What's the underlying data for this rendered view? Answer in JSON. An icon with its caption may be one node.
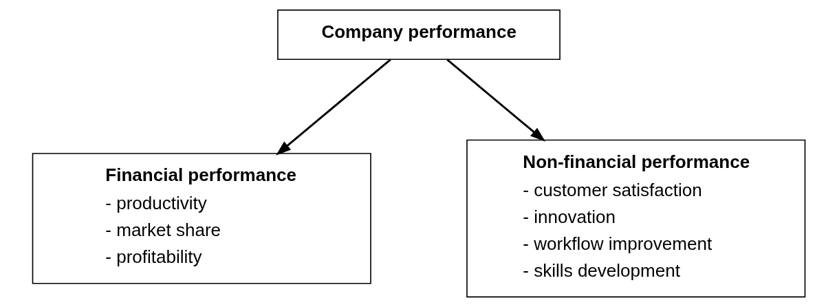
{
  "diagram": {
    "nodes": [
      {
        "text": [
          "Company performance"
        ]
      },
      {
        "text": [
          "Financial performance",
          "- productivity",
          "- market share",
          "- profitability"
        ]
      },
      {
        "text": [
          "Non-financial performance",
          "- customer satisfaction",
          "- innovation",
          "- workflow improvement",
          "- skills development"
        ]
      }
    ],
    "edges": [
      {
        "from": 0,
        "to": 1,
        "arrow": "to"
      },
      {
        "from": 0,
        "to": 2,
        "arrow": "to"
      }
    ]
  }
}
